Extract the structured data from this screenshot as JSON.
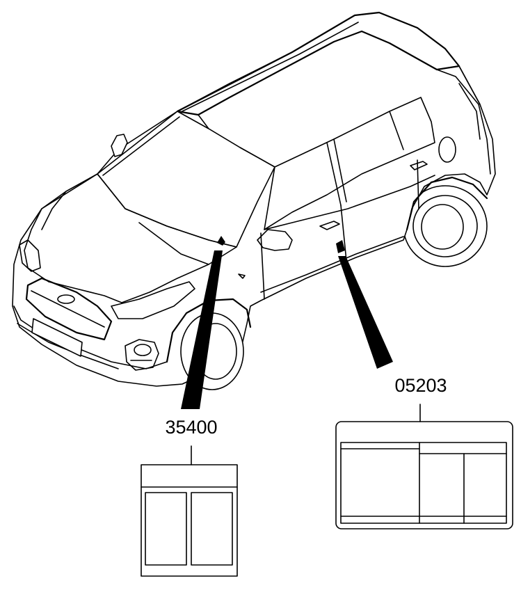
{
  "diagram": {
    "callouts": [
      {
        "id": "left",
        "part_number": "35400"
      },
      {
        "id": "right",
        "part_number": "05203"
      }
    ],
    "colors": {
      "line": "#000000",
      "background": "#ffffff"
    }
  }
}
